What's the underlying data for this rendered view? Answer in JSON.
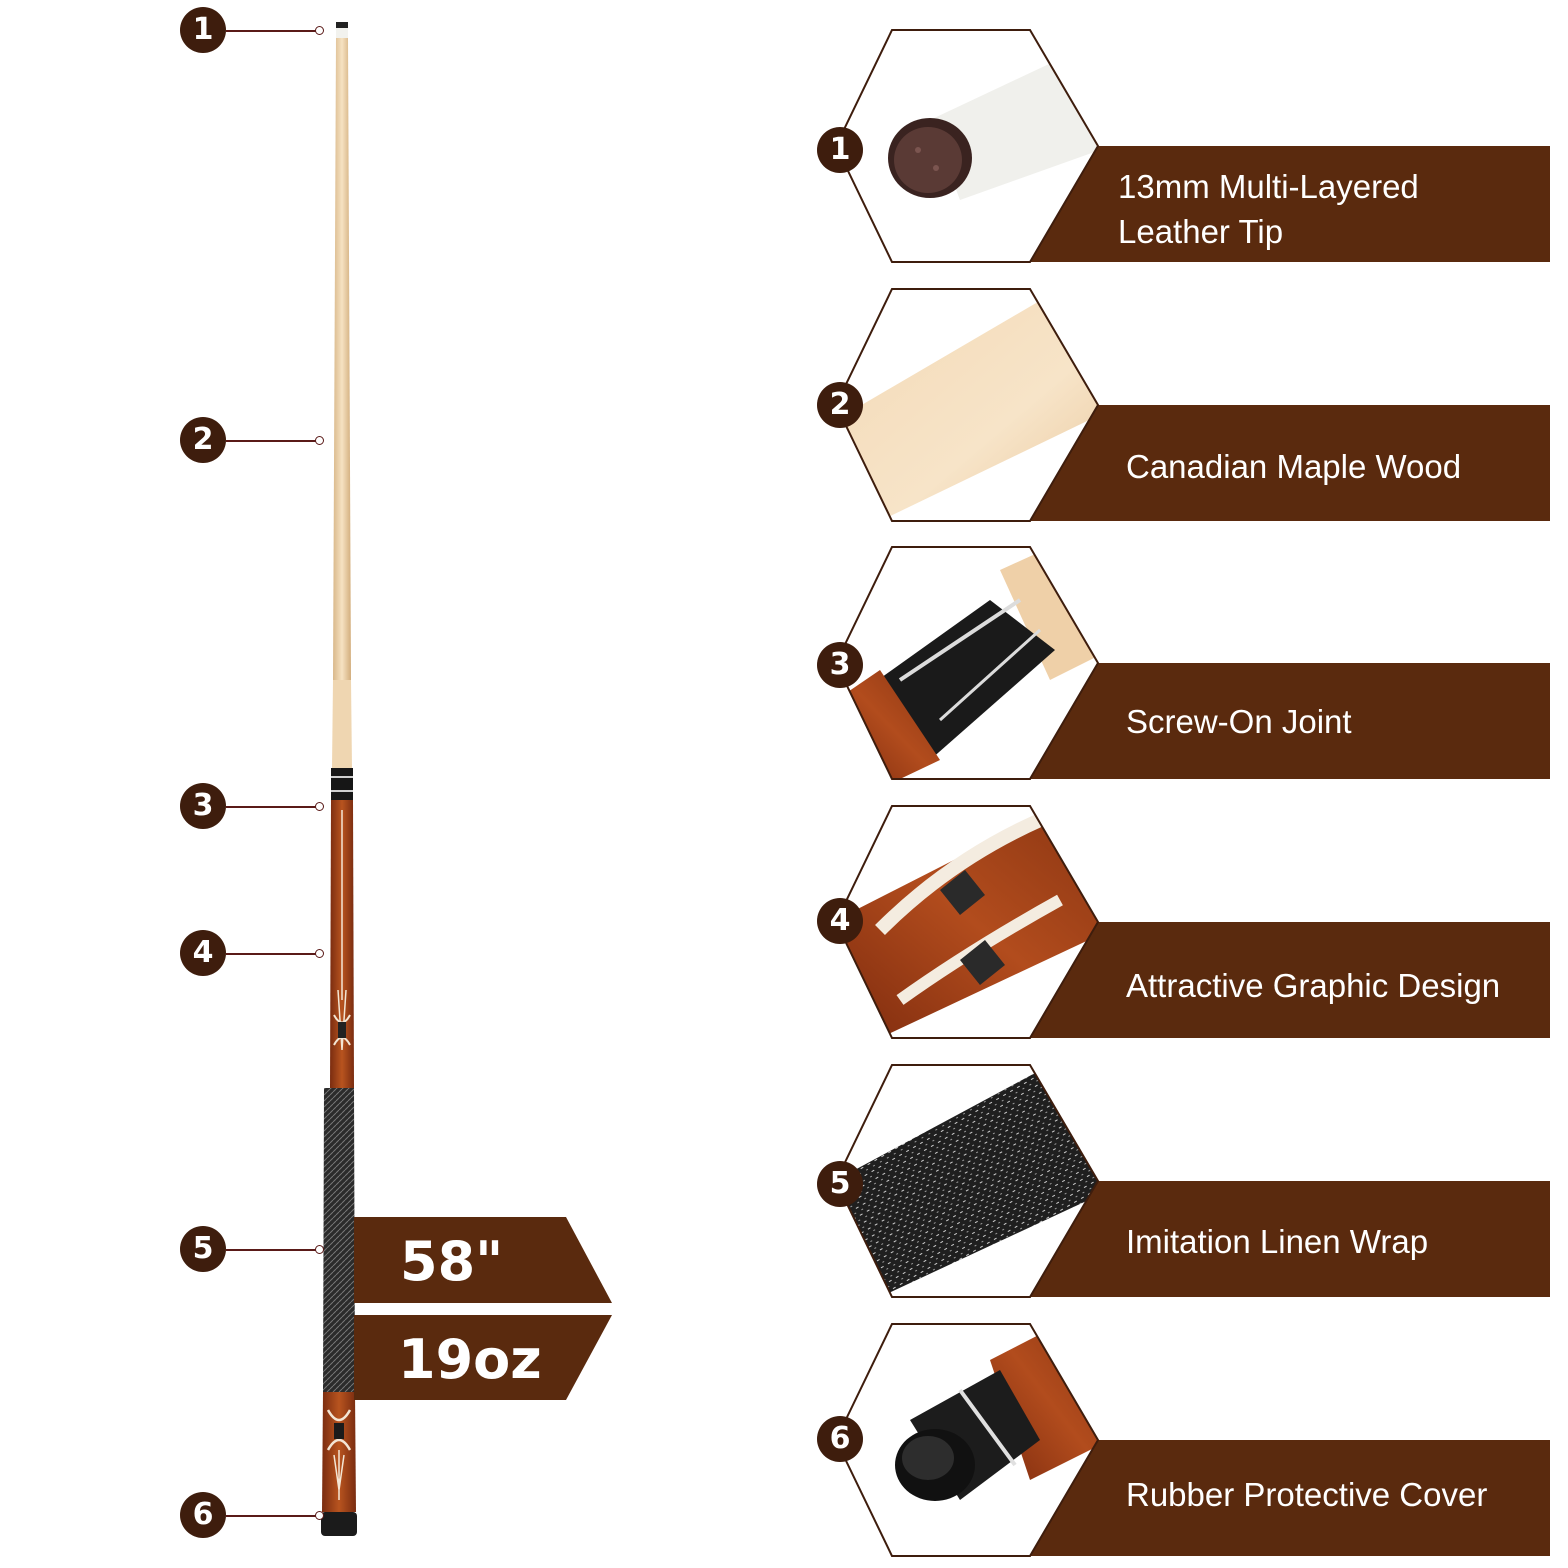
{
  "colors": {
    "banner": "#5a2a0e",
    "badge": "#3e1d0d",
    "leader": "#5a1a18",
    "maple": "#f0d4ad",
    "rosewood": "#a4431c",
    "wrap": "#2a2a2a"
  },
  "cue_callouts": [
    {
      "number": "1",
      "part": "tip"
    },
    {
      "number": "2",
      "part": "shaft"
    },
    {
      "number": "3",
      "part": "joint"
    },
    {
      "number": "4",
      "part": "forearm"
    },
    {
      "number": "5",
      "part": "wrap"
    },
    {
      "number": "6",
      "part": "butt-cap"
    }
  ],
  "specs": {
    "length": "58\"",
    "weight": "19oz"
  },
  "features": [
    {
      "number": "1",
      "label": "13mm Multi-Layered\nLeather Tip",
      "icon": "leather-tip-closeup"
    },
    {
      "number": "2",
      "label": "Canadian Maple Wood",
      "icon": "maple-wood-closeup"
    },
    {
      "number": "3",
      "label": "Screw-On Joint",
      "icon": "joint-closeup"
    },
    {
      "number": "4",
      "label": "Attractive Graphic Design",
      "icon": "graphic-inlay-closeup"
    },
    {
      "number": "5",
      "label": "Imitation Linen Wrap",
      "icon": "linen-wrap-closeup"
    },
    {
      "number": "6",
      "label": "Rubber Protective Cover",
      "icon": "rubber-bumper-closeup"
    }
  ]
}
